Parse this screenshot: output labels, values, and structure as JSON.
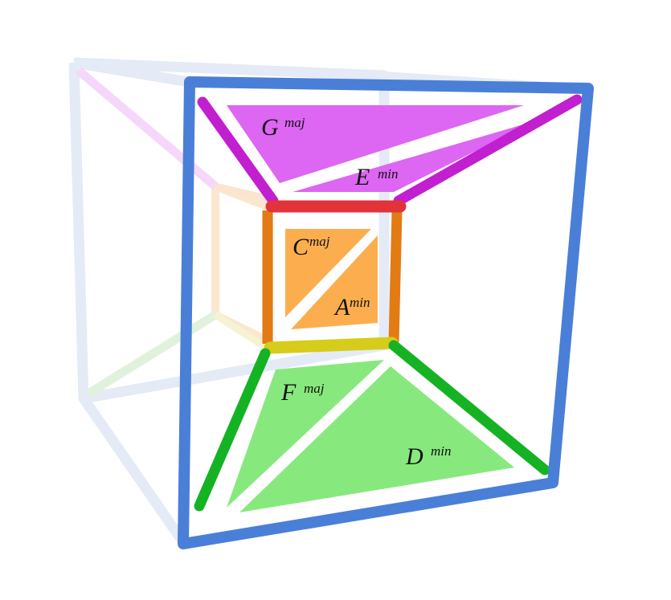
{
  "colors": {
    "outer_frame": "#4a7fd8",
    "back_frame": "#dfe7f5",
    "top_panel": "#dd66f2",
    "top_edges": "#c21fd0",
    "center_panel": "#fcae4f",
    "center_side_edges": "#e27b14",
    "center_top_edge": "#e2333a",
    "center_bottom_edge": "#d6cc1b",
    "bottom_panel": "#87e97d",
    "bottom_edges": "#15b324"
  },
  "chords": {
    "g_major": {
      "root": "G",
      "quality": "maj"
    },
    "e_minor": {
      "root": "E",
      "quality": "min"
    },
    "c_major": {
      "root": "C",
      "quality": "maj"
    },
    "a_minor": {
      "root": "A",
      "quality": "min"
    },
    "f_major": {
      "root": "F",
      "quality": "maj"
    },
    "d_minor": {
      "root": "D",
      "quality": "min"
    }
  }
}
